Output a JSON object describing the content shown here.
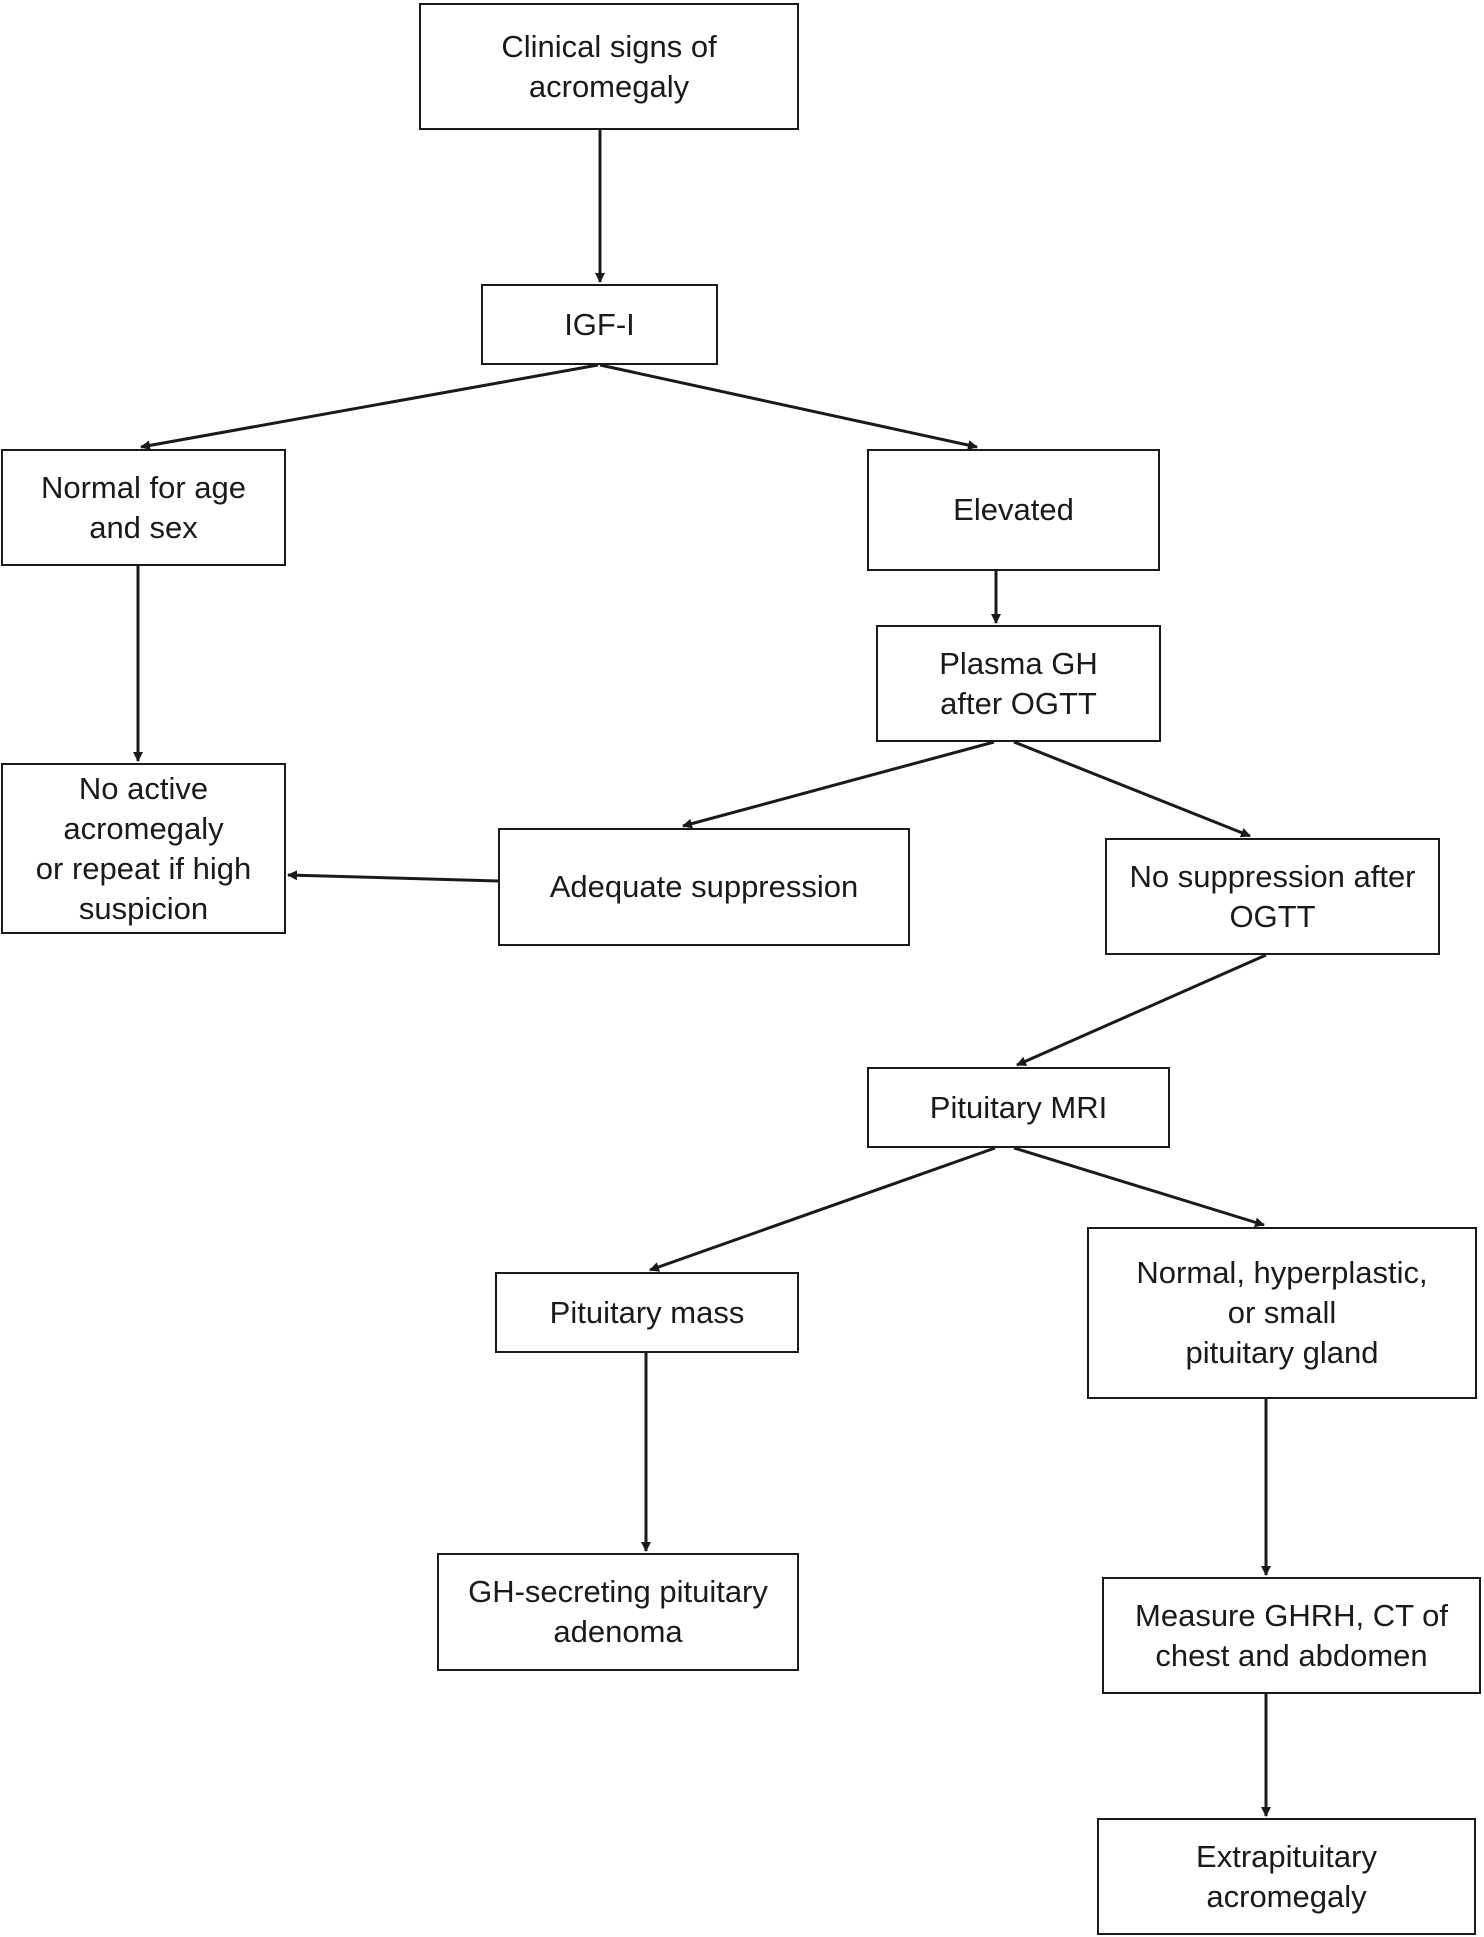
{
  "colors": {
    "line": "#1a1a1a",
    "box_border": "#1a1a1a",
    "background": "#ffffff"
  },
  "nodes": {
    "clinical_signs": "Clinical signs of\nacromegaly",
    "igf1": "IGF-I",
    "normal_age_sex": "Normal for age\nand sex",
    "elevated": "Elevated",
    "plasma_gh": "Plasma GH\nafter OGTT",
    "no_active": "No active\nacromegaly\nor repeat if high\nsuspicion",
    "adequate_suppression": "Adequate suppression",
    "no_suppression": "No suppression after\nOGTT",
    "pituitary_mri": "Pituitary MRI",
    "pituitary_mass": "Pituitary mass",
    "normal_hyperplastic": "Normal, hyperplastic,\nor small\npituitary gland",
    "gh_adenoma": "GH-secreting pituitary\nadenoma",
    "measure_ghrh": "Measure GHRH, CT of\nchest and abdomen",
    "extrapituitary": "Extrapituitary\nacromegaly"
  }
}
